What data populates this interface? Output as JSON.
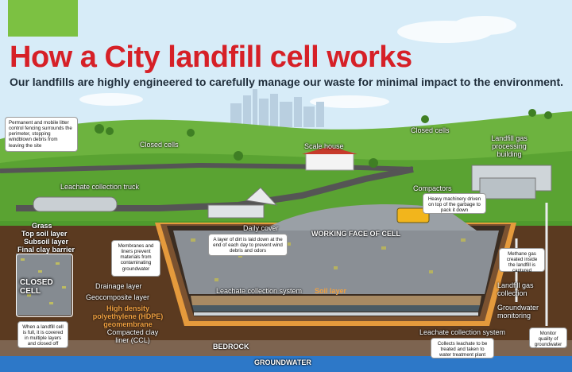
{
  "title": "How a City landfill cell works",
  "subtitle": "Our landfills are highly engineered to carefully manage our waste for minimal impact to the environment.",
  "labels": {
    "fencing_note": "Permanent and mobile litter control fencing surrounds the perimeter, stopping windblown debris from leaving the site",
    "closed_cells_left": "Closed cells",
    "closed_cells_right": "Closed cells",
    "scale_house": "Scale house",
    "landfill_gas_building": "Landfill gas processing building",
    "leachate_truck": "Leachate collection truck",
    "compactors": "Compactors",
    "compactors_note": "Heavy machinery driven on top of the garbage to pack it down",
    "grass": "Grass",
    "top_soil": "Top soil layer",
    "subsoil": "Subsoil layer",
    "final_clay": "Final clay barrier",
    "closed_cell": "CLOSED CELL",
    "closed_cell_note": "When a landfill cell is full, it is covered in multiple layers and closed off",
    "daily_cover": "Daily cover",
    "daily_cover_note": "A layer of dirt is laid down at the end of each day to prevent wind debris and odors",
    "working_face": "WORKING FACE OF CELL",
    "membranes_note": "Membranes and liners prevent materials from contaminating groundwater",
    "methane_note": "Methane gas created inside the landfill is captured",
    "drainage_layer": "Drainage layer",
    "geocomposite_layer": "Geocomposite layer",
    "hdpe": "High density polyethylene (HDPE) geomembrane",
    "ccl": "Compacted clay liner (CCL)",
    "leachate_system_upper": "Leachate collection system",
    "soil_layer": "Soil layer",
    "landfill_gas_collection": "Landfill gas collection",
    "groundwater_monitoring": "Groundwater monitoring",
    "leachate_system_lower": "Leachate collection system",
    "leachate_note": "Collects leachate to be treated and taken to water treatment plant",
    "monitor_note": "Monitor quality of groundwater",
    "bedrock": "BEDROCK",
    "groundwater": "GROUNDWATER"
  },
  "colors": {
    "title_red": "#d62027",
    "sky": "#d7ecf8",
    "grass": "#5aa332",
    "dirt": "#6b4a2b",
    "liner_orange": "#e59a3c",
    "groundwater": "#2d78c8",
    "label_orange": "#f0a040"
  }
}
